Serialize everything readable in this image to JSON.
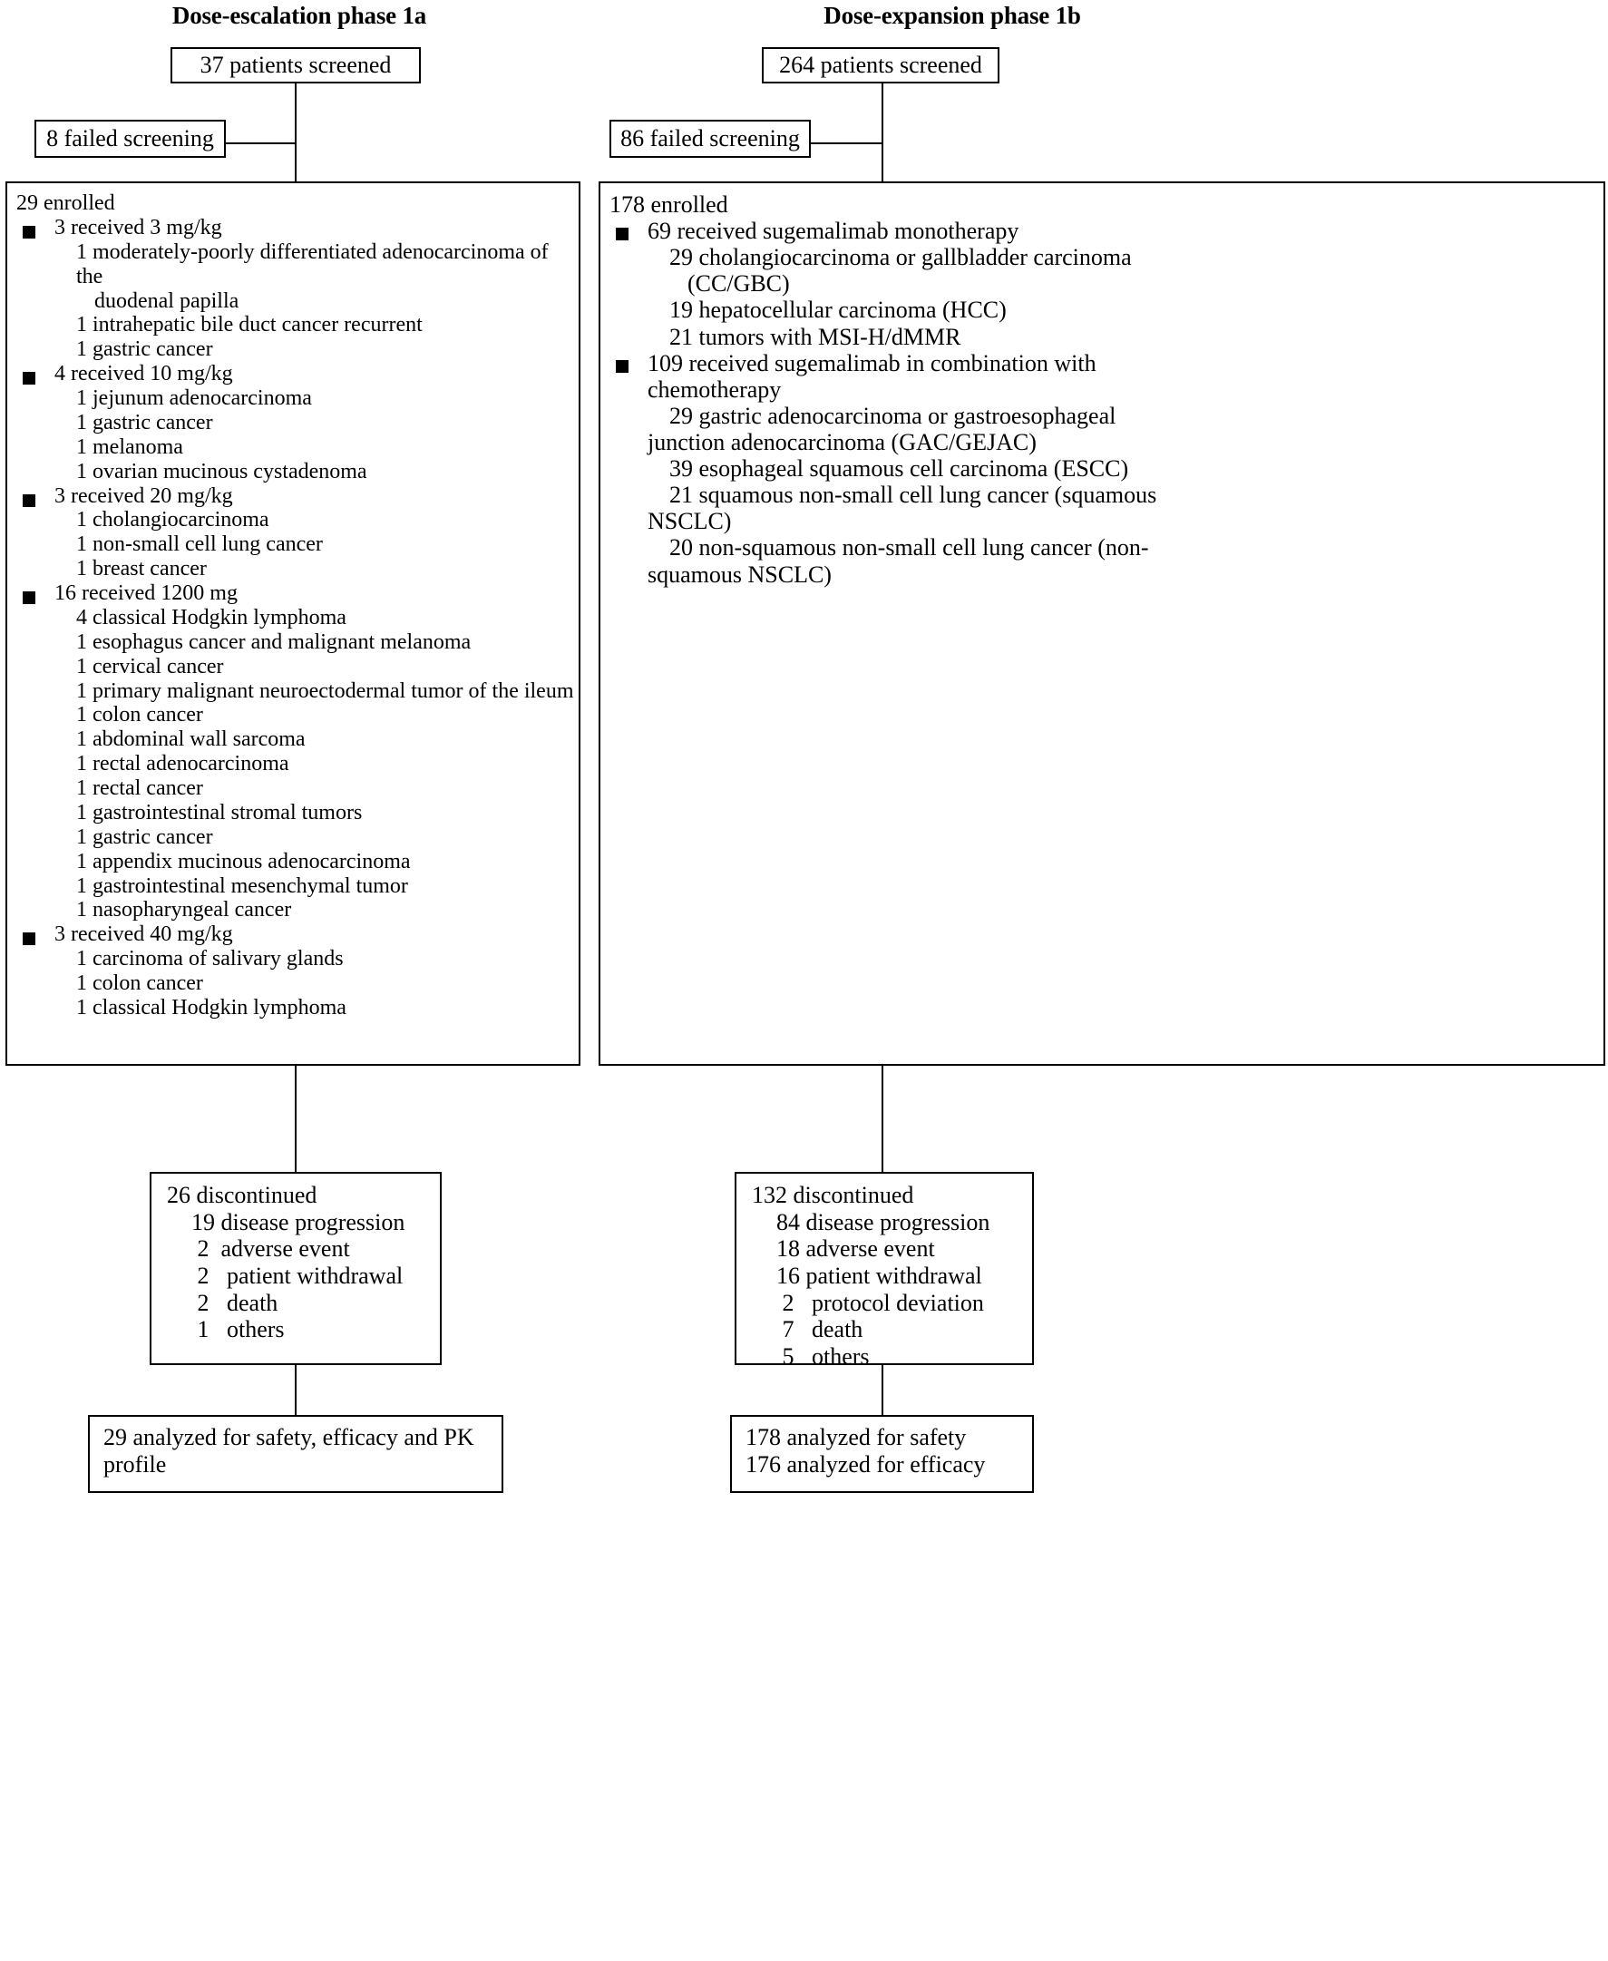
{
  "diagram": {
    "type": "consort-flow-diagram",
    "columns": [
      {
        "id": "phase-1a",
        "title": "Dose-escalation phase 1a",
        "screened": "37 patients screened",
        "failed": "8 failed screening",
        "enrolled_header": "29 enrolled",
        "groups": [
          {
            "label": "3 received 3 mg/kg",
            "items": [
              "1 moderately-poorly differentiated adenocarcinoma of the",
              "duodenal papilla",
              "1 intrahepatic bile duct cancer recurrent",
              "1 gastric cancer"
            ]
          },
          {
            "label": "4 received 10 mg/kg",
            "items": [
              "1 jejunum adenocarcinoma",
              "1 gastric cancer",
              "1 melanoma",
              "1 ovarian mucinous cystadenoma"
            ]
          },
          {
            "label": "3 received 20 mg/kg",
            "items": [
              "1 cholangiocarcinoma",
              "1 non-small cell lung cancer",
              "1 breast cancer"
            ]
          },
          {
            "label": "16 received 1200 mg",
            "items": [
              "4 classical Hodgkin lymphoma",
              "1 esophagus cancer and malignant melanoma",
              "1 cervical cancer",
              "1 primary malignant neuroectodermal tumor of the ileum",
              "1 colon cancer",
              "1 abdominal wall sarcoma",
              "1 rectal adenocarcinoma",
              "1 rectal cancer",
              "1 gastrointestinal stromal tumors",
              "1 gastric cancer",
              "1 appendix mucinous adenocarcinoma",
              "1 gastrointestinal mesenchymal tumor",
              "1 nasopharyngeal cancer"
            ]
          },
          {
            "label": "3 received 40 mg/kg",
            "items": [
              "1 carcinoma of salivary glands",
              "1 colon cancer",
              "1 classical Hodgkin lymphoma"
            ]
          }
        ],
        "discontinued_header": "26 discontinued",
        "discontinued_items": [
          "19 disease progression",
          " 2  adverse event",
          " 2   patient withdrawal",
          " 2   death",
          " 1   others"
        ],
        "analyzed_lines": [
          "29 analyzed for safety, efficacy and PK",
          "profile"
        ]
      },
      {
        "id": "phase-1b",
        "title": "Dose-expansion phase 1b",
        "screened": "264 patients screened",
        "failed": "86 failed screening",
        "enrolled_header": "178 enrolled",
        "groups": [
          {
            "label": "69 received sugemalimab monotherapy",
            "label_wrap": "",
            "items": [
              "29 cholangiocarcinoma or gallbladder carcinoma",
              "(CC/GBC)",
              "19 hepatocellular carcinoma (HCC)",
              "21 tumors with MSI-H/dMMR"
            ]
          },
          {
            "label": "109 received sugemalimab in combination with",
            "label_wrap": "chemotherapy",
            "items": [
              "29 gastric adenocarcinoma or gastroesophageal",
              "junction adenocarcinoma  (GAC/GEJAC)",
              "39 esophageal squamous cell carcinoma (ESCC)",
              "21 squamous non-small cell lung cancer (squamous",
              "NSCLC)",
              "20 non-squamous non-small cell lung cancer (non-",
              "squamous NSCLC)"
            ]
          }
        ],
        "discontinued_header": "132 discontinued",
        "discontinued_items": [
          "84 disease progression",
          "18 adverse event",
          "16 patient withdrawal",
          " 2   protocol deviation",
          " 7   death",
          " 5   others"
        ],
        "analyzed_lines": [
          "178 analyzed for safety",
          "176 analyzed for efficacy"
        ]
      }
    ]
  },
  "colors": {
    "stroke": "#000000",
    "background": "#ffffff",
    "text": "#000000"
  }
}
